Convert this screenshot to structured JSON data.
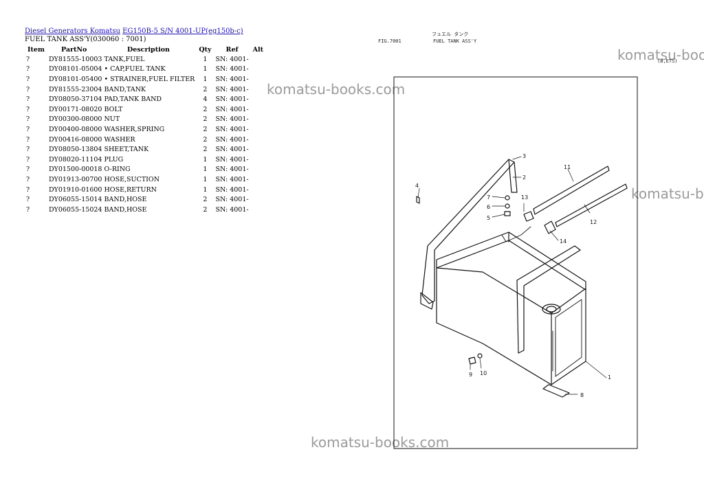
{
  "breadcrumb": {
    "link1": "Diesel Generators Komatsu",
    "link2": "EG150B-5 S/N 4001-UP(eg150b-c)"
  },
  "subtitle": "FUEL TANK ASS'Y(030060 : 7001)",
  "table": {
    "headers": {
      "item": "Item",
      "partno": "PartNo",
      "desc": "Description",
      "qty": "Qty",
      "ref": "Ref",
      "alt": "Alt"
    },
    "rows": [
      {
        "item": "?",
        "part": "DY81555-10003 TANK,FUEL",
        "qty": "1",
        "ref": "SN: 4001-"
      },
      {
        "item": "?",
        "part": "DY08101-05004 • CAP,FUEL TANK",
        "qty": "1",
        "ref": "SN: 4001-"
      },
      {
        "item": "?",
        "part": "DY08101-05400 • STRAINER,FUEL FILTER",
        "qty": "1",
        "ref": "SN: 4001-"
      },
      {
        "item": "?",
        "part": "DY81555-23004 BAND,TANK",
        "qty": "2",
        "ref": "SN: 4001-"
      },
      {
        "item": "?",
        "part": "DY08050-37104 PAD,TANK BAND",
        "qty": "4",
        "ref": "SN: 4001-"
      },
      {
        "item": "?",
        "part": "DY00171-08020 BOLT",
        "qty": "2",
        "ref": "SN: 4001-"
      },
      {
        "item": "?",
        "part": "DY00300-08000 NUT",
        "qty": "2",
        "ref": "SN: 4001-"
      },
      {
        "item": "?",
        "part": "DY00400-08000 WASHER,SPRING",
        "qty": "2",
        "ref": "SN: 4001-"
      },
      {
        "item": "?",
        "part": "DY00416-08000 WASHER",
        "qty": "2",
        "ref": "SN: 4001-"
      },
      {
        "item": "?",
        "part": "DY08050-13804 SHEET,TANK",
        "qty": "2",
        "ref": "SN: 4001-"
      },
      {
        "item": "?",
        "part": "DY08020-11104 PLUG",
        "qty": "1",
        "ref": "SN: 4001-"
      },
      {
        "item": "?",
        "part": "DY01500-00018 O-RING",
        "qty": "1",
        "ref": "SN: 4001-"
      },
      {
        "item": "?",
        "part": "DY01913-00700 HOSE,SUCTION",
        "qty": "1",
        "ref": "SN: 4001-"
      },
      {
        "item": "?",
        "part": "DY01910-01600 HOSE,RETURN",
        "qty": "1",
        "ref": "SN: 4001-"
      },
      {
        "item": "?",
        "part": "DY06055-15014 BAND,HOSE",
        "qty": "2",
        "ref": "SN: 4001-"
      },
      {
        "item": "?",
        "part": "DY06055-15024 BAND,HOSE",
        "qty": "2",
        "ref": "SN: 4001-"
      }
    ]
  },
  "watermark": "komatsu-books.com",
  "figure": {
    "fig_no": "FIG.7001",
    "jp_title": "フュエル タンク",
    "title": "FUEL TANK ASS'Y",
    "code": "(B,ETS)",
    "callouts": [
      "1",
      "2",
      "3",
      "4",
      "5",
      "6",
      "7",
      "8",
      "9",
      "10",
      "11",
      "12",
      "13",
      "14"
    ]
  }
}
